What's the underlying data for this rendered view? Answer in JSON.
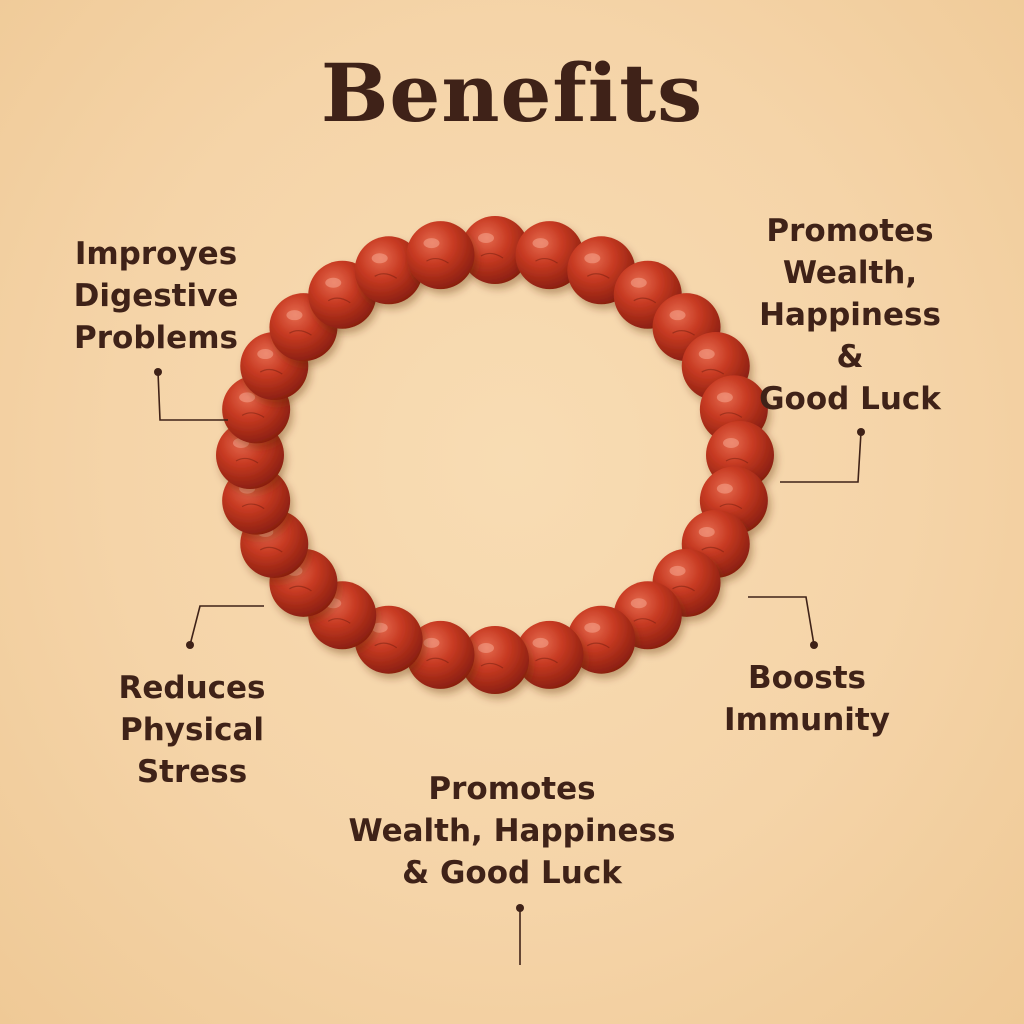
{
  "heading": "Benefits",
  "benefits": {
    "digestive": [
      "Improyes",
      "Digestive",
      "Problems"
    ],
    "wealth_right": [
      "Promotes",
      "Wealth,",
      "Happiness",
      "&",
      "Good Luck"
    ],
    "stress": [
      "Reduces",
      "Physical",
      "Stress"
    ],
    "immunity": [
      "Boosts",
      "Immunity"
    ],
    "wealth_bottom": [
      "Promotes",
      "Wealth, Happiness",
      "& Good Luck"
    ]
  },
  "colors": {
    "background": "#f5d4a8",
    "text": "#3f2218",
    "bead": "#c0331f",
    "line": "#3f2218"
  }
}
